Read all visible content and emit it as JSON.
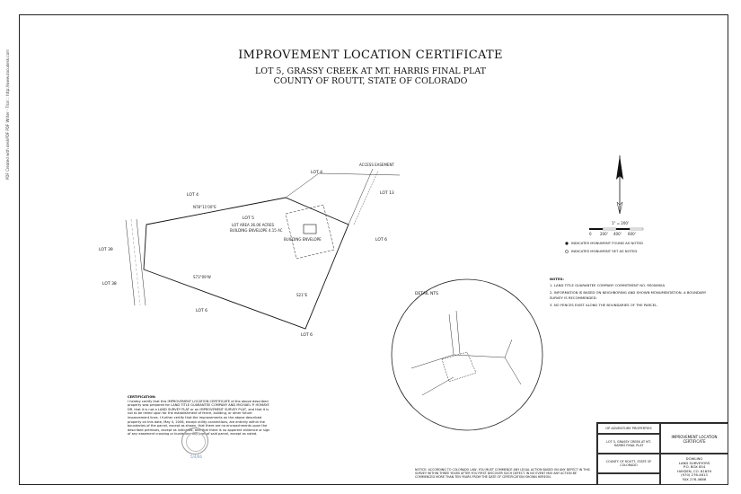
{
  "side_note": "PDF Created with deskPDF PDF Writer - Trial :: http://www.docudesk.com",
  "title": "IMPROVEMENT LOCATION CERTIFICATE",
  "subtitle_1": "LOT 5, GRASSY CREEK AT MT. HARRIS FINAL PLAT",
  "subtitle_2": "COUNTY OF ROUTT, STATE OF COLORADO",
  "plat": {
    "lot5_label": "LOT 5",
    "lot5_area": "LOT AREA 36.06 ACRES",
    "lot5_envelope": "BUILDING ENVELOPE 4.15 AC",
    "lot4_label": "LOT 4",
    "lot4b_label": "LOT 4",
    "lot13_label": "LOT 13",
    "lot6_label": "LOT 6",
    "lot6b_label": "LOT 6",
    "lot6c_label": "LOT 6",
    "lot39_label": "LOT 39",
    "lot38_label": "LOT 38",
    "building_label": "BUILDING ENVELOPE",
    "detail_label": "DETAIL  NTS"
  },
  "legend": {
    "found": "INDICATES MONUMENT FOUND AS NOTED",
    "set": "INDICATES MONUMENT SET AS NOTED"
  },
  "scale": {
    "ticks": [
      "0",
      "200'",
      "400'",
      "600'"
    ],
    "ratio": "1\" = 200'"
  },
  "notes": {
    "heading": "NOTES:",
    "items": [
      "1.  LAND TITLE GUARANTEE COMPANY COMMITMENT NO. RS00890A",
      "2.  INFORMATION IS BASED ON NEIGHBORING AND SHOWN MONUMENTATION. A BOUNDARY SURVEY IS RECOMMENDED.",
      "3.  NO FENCES EXIST ALONG THE BOUNDARIES OF THE PARCEL."
    ]
  },
  "certification": {
    "heading": "CERTIFICATION:",
    "body": "I hereby certify that this IMPROVEMENT LOCATION CERTIFICATE of the above described property was prepared for LAND TITLE GUARANTEE COMPANY AND MICHAEL P. HOMAYE DR. that it is not a LAND SURVEY PLAT or an IMPROVEMENT SURVEY PLAT, and that it is not to be relied upon for the establishment of fence, building, or other future improvement lines. I further certify that the improvements on the above described property on this date, May 4, 2006, except utility connections, are entirely within the boundaries of the parcel, except as shown, that there are no encroachments upon the described premises, except as indicated, and that there is no apparent evidence or sign of any easement crossing or burdening any part of said parcel, except as noted."
  },
  "stamp_signature": "5/4/06",
  "disclaimer": "NOTICE: ACCORDING TO COLORADO LAW, YOU MUST COMMENCE ANY LEGAL ACTION BASED ON ANY DEFECT IN THIS SURVEY WITHIN THREE YEARS AFTER YOU FIRST DISCOVER SUCH DEFECT. IN NO EVENT MAY ANY ACTION BE COMMENCED MORE THAN TEN YEARS FROM THE DATE OF CERTIFICATION SHOWN HEREON.",
  "title_block": {
    "client": "OP ADVENTURE PROPERTIES",
    "lot": "LOT 5, GRASSY CREEK AT MT. HARRIS FINAL PLAT",
    "county": "COUNTY OF ROUTT, STATE OF COLORADO",
    "doc_type": "IMPROVEMENT LOCATION CERTIFICATE",
    "firm_1": "DOWLING",
    "firm_2": "LAND SURVEYORS",
    "firm_3": "P.O. BOX 854",
    "firm_4": "HAYDEN, CO. 81639",
    "firm_5": "(970) 276-4613",
    "firm_6": "FAX 276-4686"
  }
}
